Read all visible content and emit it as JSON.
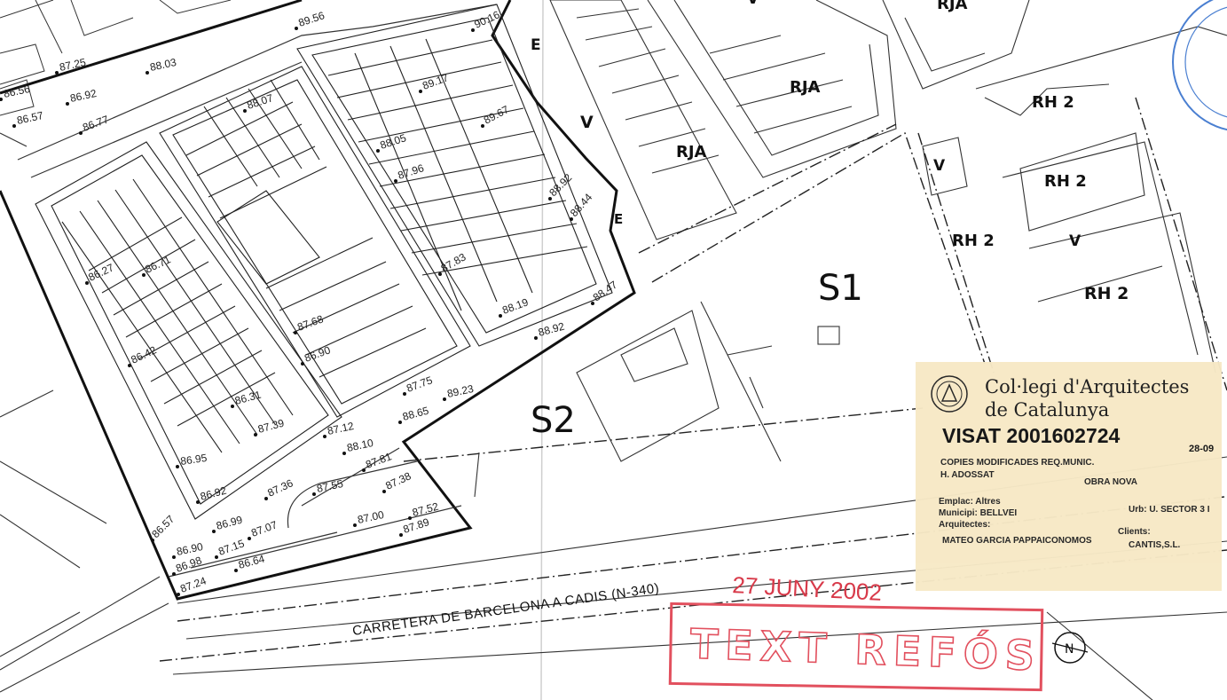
{
  "elevations": [
    "89.56",
    "90.16",
    "88.03",
    "87.25",
    "86.92",
    "86.56",
    "86.57",
    "86.77",
    "88.07",
    "89.17",
    "89.67",
    "88.05",
    "87.96",
    "88.92",
    "88.44",
    "86.27",
    "86.71",
    "87.83",
    "88.19",
    "88.92",
    "88.47",
    "87.68",
    "86.90",
    "86.42",
    "87.75",
    "89.23",
    "86.31",
    "87.39",
    "87.12",
    "88.65",
    "88.10",
    "86.95",
    "87.81",
    "87.38",
    "87.55",
    "86.92",
    "87.36",
    "87.00",
    "87.52",
    "87.89",
    "86.99",
    "86.57",
    "86.90",
    "87.15",
    "87.07",
    "86.98",
    "86.64",
    "87.24"
  ],
  "zones": {
    "e_top": "E",
    "e_mid": "E",
    "v1": "V",
    "v2": "V",
    "v3": "V",
    "v4": "V",
    "rja1": "RJA",
    "rja2": "RJA",
    "rja3": "RJA",
    "rh2_1": "RH 2",
    "rh2_2": "RH 2",
    "rh2_3": "RH 2",
    "rh2_4": "RH 2",
    "s1": "S1",
    "s2": "S2"
  },
  "road_name": "CARRETERA DE BARCELONA A CADIS  (N-340)",
  "stamp": {
    "date": "27 JUNY 2002",
    "label": "TEXT REFÓS"
  },
  "north_label": "N",
  "visa": {
    "org_line1": "Col·legi d'Arquitectes",
    "org_line2": "de Catalunya",
    "visat": "VISAT 2001602724",
    "date_fragment": "28-09",
    "line_copies": "COPIES MODIFICADES REQ.MUNIC.",
    "line_adossat": "H. ADOSSAT",
    "line_obra": "OBRA NOVA",
    "line_emplac": "Emplac: Altres",
    "line_municipi": "Municipi: BELLVEI",
    "line_urb": "Urb: U. SECTOR 3 I",
    "line_arquitectes": "Arquitectes:",
    "line_clients": "Clients:",
    "line_architect_name": "MATEO GARCIA PAPPAICONOMOS",
    "line_client_name": "CANTIS,S.L."
  },
  "colors": {
    "stamp_red": "#e2505e",
    "visa_bg": "#f7e9c6",
    "seal_blue": "#4a7fd1"
  }
}
